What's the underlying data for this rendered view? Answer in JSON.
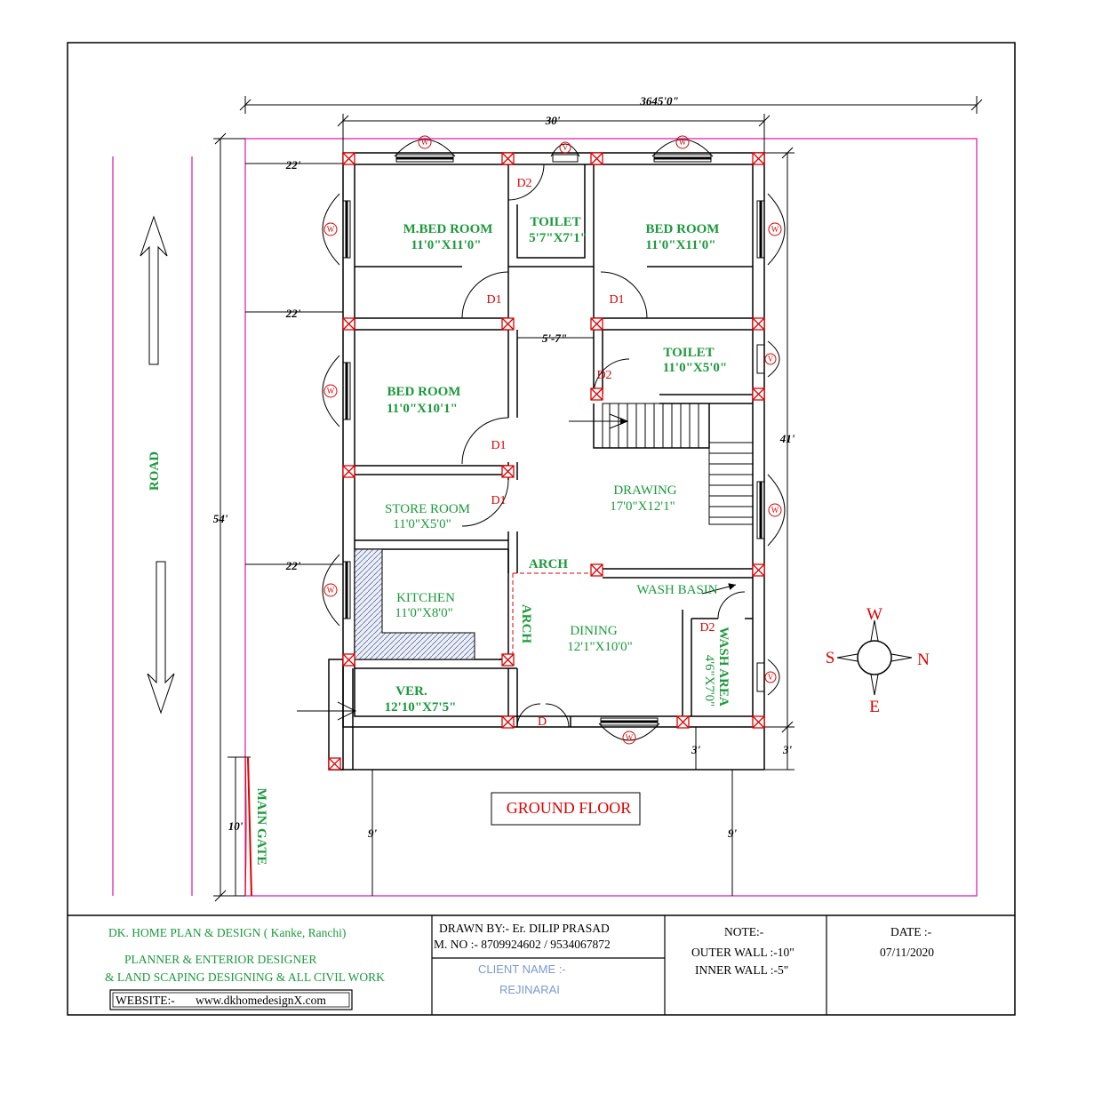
{
  "plan_title": "GROUND FLOOR",
  "rooms": {
    "m_bed": {
      "name": "M.BED ROOM",
      "size": "11'0\"X11'0\""
    },
    "toilet_1": {
      "name": "TOILET",
      "size": "5'7\"X7'1\""
    },
    "bed_1": {
      "name": "BED ROOM",
      "size": "11'0\"X11'0\""
    },
    "bed_2": {
      "name": "BED ROOM",
      "size": "11'0\"X10'1\""
    },
    "toilet_2": {
      "name": "TOILET",
      "size": "11'0\"X5'0\""
    },
    "store": {
      "name": "STORE ROOM",
      "size": "11'0\"X5'0\""
    },
    "drawing": {
      "name": "DRAWING",
      "size": "17'0\"X12'1\""
    },
    "kitchen": {
      "name": "KITCHEN",
      "size": "11'0\"X8'0\""
    },
    "dining": {
      "name": "DINING",
      "size": "12'1\"X10'0\""
    },
    "wash_area": {
      "name": "WASH AREA",
      "size": "4'6\"X7'0\""
    },
    "verandah": {
      "name": "VER.",
      "size": "12'10\"X7'5\""
    },
    "wash_basin": "WASH BASIN",
    "arch_h": "ARCH",
    "arch_v": "ARCH"
  },
  "doors": {
    "d1": "D1",
    "d2": "D2",
    "d": "D"
  },
  "window_label": "W",
  "vent_label": "V",
  "dimensions": {
    "overall_width": "3645'0\"",
    "house_width": "30'",
    "setback_1": "22'",
    "setback_2": "22'",
    "setback_3": "22'",
    "passage": "5'-7\"",
    "plot_depth": "54'",
    "house_depth": "41'",
    "front_left": "9'",
    "front_right": "9'",
    "rear_left": "3'",
    "rear_right": "3'",
    "gate": "10'"
  },
  "site": {
    "road": "ROAD",
    "main_gate": "MAIN GATE"
  },
  "compass": {
    "north": "N",
    "south": "S",
    "east": "E",
    "west": "W"
  },
  "title_block": {
    "company": "DK. HOME PLAN & DESIGN  ( Kanke, Ranchi)",
    "services_1": "PLANNER & ENTERIOR DESIGNER",
    "services_2": "& LAND SCAPING DESIGNING & ALL CIVIL WORK",
    "website_label": "WEBSITE:-",
    "website": "www.dkhomedesignX.com",
    "drawn_by": "DRAWN BY:-  Er. DILIP PRASAD",
    "mobile": "M. NO :- 8709924602 / 9534067872",
    "client_label": "CLIENT NAME :-",
    "client": "REJINARAI",
    "note_label": "NOTE:-",
    "outer_wall": "OUTER WALL :-10\"",
    "inner_wall": "INNER WALL :-5\"",
    "date_label": "DATE :-",
    "date": "07/11/2020"
  },
  "colors": {
    "room_text": "#1a9a3a",
    "door_text": "#e00000",
    "plot_line": "#e040c0",
    "column": "#e00000"
  }
}
